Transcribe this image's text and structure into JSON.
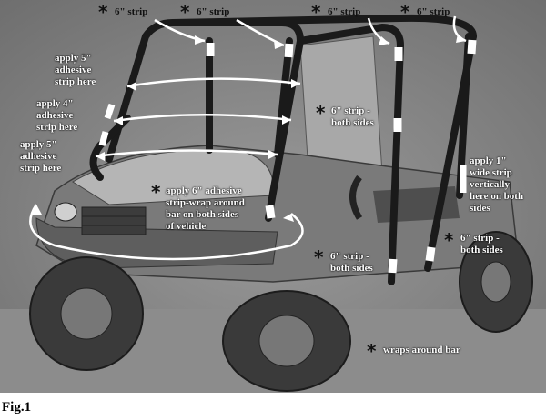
{
  "labels": {
    "top_strip_1": "6\" strip",
    "top_strip_2": "6\" strip",
    "top_strip_3": "6\" strip",
    "top_strip_4": "6\" strip",
    "apply_5_upper": "apply 5\"\nadhesive\nstrip here",
    "apply_4": "apply 4\"\nadhesive\nstrip here",
    "apply_5_lower": "apply 5\"\nadhesive\nstrip here",
    "mid_both_sides": "6\" strip -\nboth sides",
    "apply_6_wrap": "apply 6\" adhesive\nstrip-wrap around\nbar on both sides\nof vehicle",
    "apply_1_wide": "apply 1\"\nwide strip\nvertically\nhere on both\nsides",
    "lower_both_sides_left": "6\" strip -\nboth sides",
    "lower_both_sides_right": "6\" strip -\nboth sides",
    "legend": "wraps around bar"
  },
  "figure_caption": "Fig.1",
  "colors": {
    "background": "#ffffff",
    "photo_gray": "#8a8a8a",
    "arrow": "#ffffff",
    "text_dark": "#111111"
  }
}
